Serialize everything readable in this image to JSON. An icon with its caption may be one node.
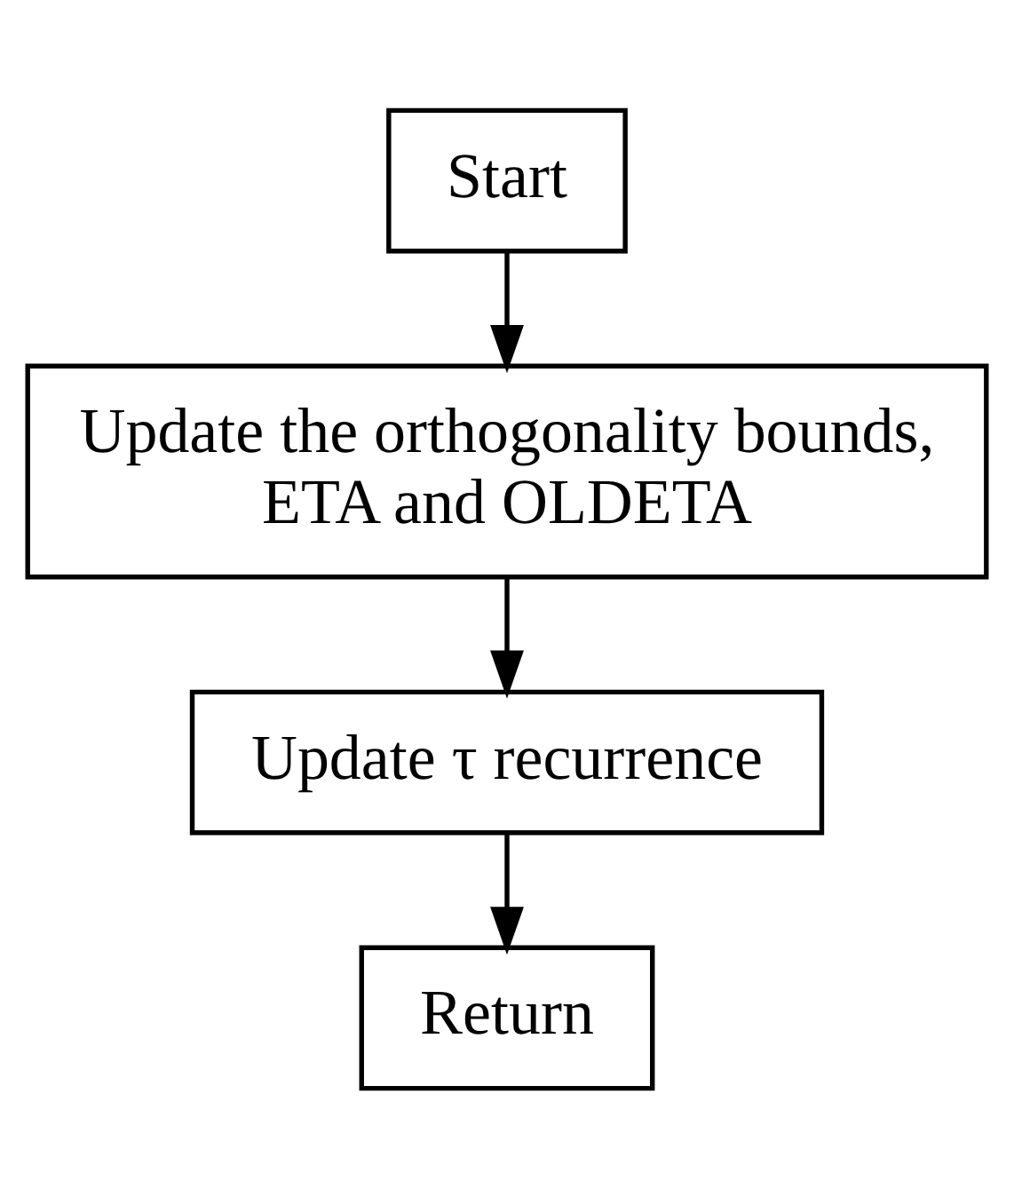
{
  "diagram": {
    "nodes": [
      {
        "text": [
          "Start"
        ]
      },
      {
        "text": [
          "Update the orthogonality bounds, ETA and OLDETA"
        ]
      },
      {
        "text": [
          "Update τ recurrence"
        ]
      },
      {
        "text": [
          "Return"
        ]
      }
    ],
    "edges": [
      {
        "from": 0,
        "to": 1,
        "arrow": "to"
      },
      {
        "from": 1,
        "to": 2,
        "arrow": "to"
      },
      {
        "from": 2,
        "to": 3,
        "arrow": "to"
      }
    ]
  }
}
